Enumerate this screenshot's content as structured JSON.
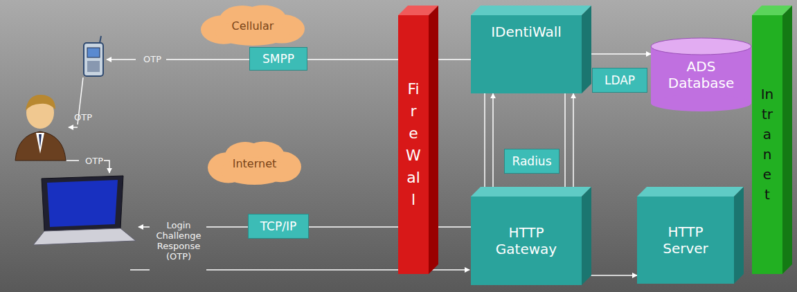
{
  "diagram": {
    "nodes": [
      {
        "text": [
          "Cellular"
        ]
      },
      {
        "text": [
          "SMPP"
        ]
      },
      {
        "text": [
          "Internet"
        ]
      },
      {
        "text": [
          "TCP/IP"
        ]
      },
      {
        "text": [
          "FireWall"
        ]
      },
      {
        "text": [
          "IDentiWall"
        ]
      },
      {
        "text": [
          "LDAP"
        ]
      },
      {
        "text": [
          "ADS Database"
        ]
      },
      {
        "text": [
          "Intranet"
        ]
      },
      {
        "text": [
          "Radius"
        ]
      },
      {
        "text": [
          "HTTP Gateway"
        ]
      },
      {
        "text": [
          "HTTP Server"
        ]
      }
    ],
    "edges": [
      {
        "from": 5,
        "to": 10,
        "arrow": "to"
      },
      {
        "from": 10,
        "to": 5,
        "arrow": "to"
      },
      {
        "from": 5,
        "to": 10,
        "arrow": "to"
      },
      {
        "from": 10,
        "to": 5,
        "arrow": "to"
      },
      {
        "from": 5,
        "to": 7,
        "arrow": "both"
      },
      {
        "from": 10,
        "to": 11,
        "arrow": "to"
      }
    ],
    "labels": [
      "OTP",
      "OTP",
      "OTP",
      "Login Challenge Response (OTP)"
    ]
  }
}
